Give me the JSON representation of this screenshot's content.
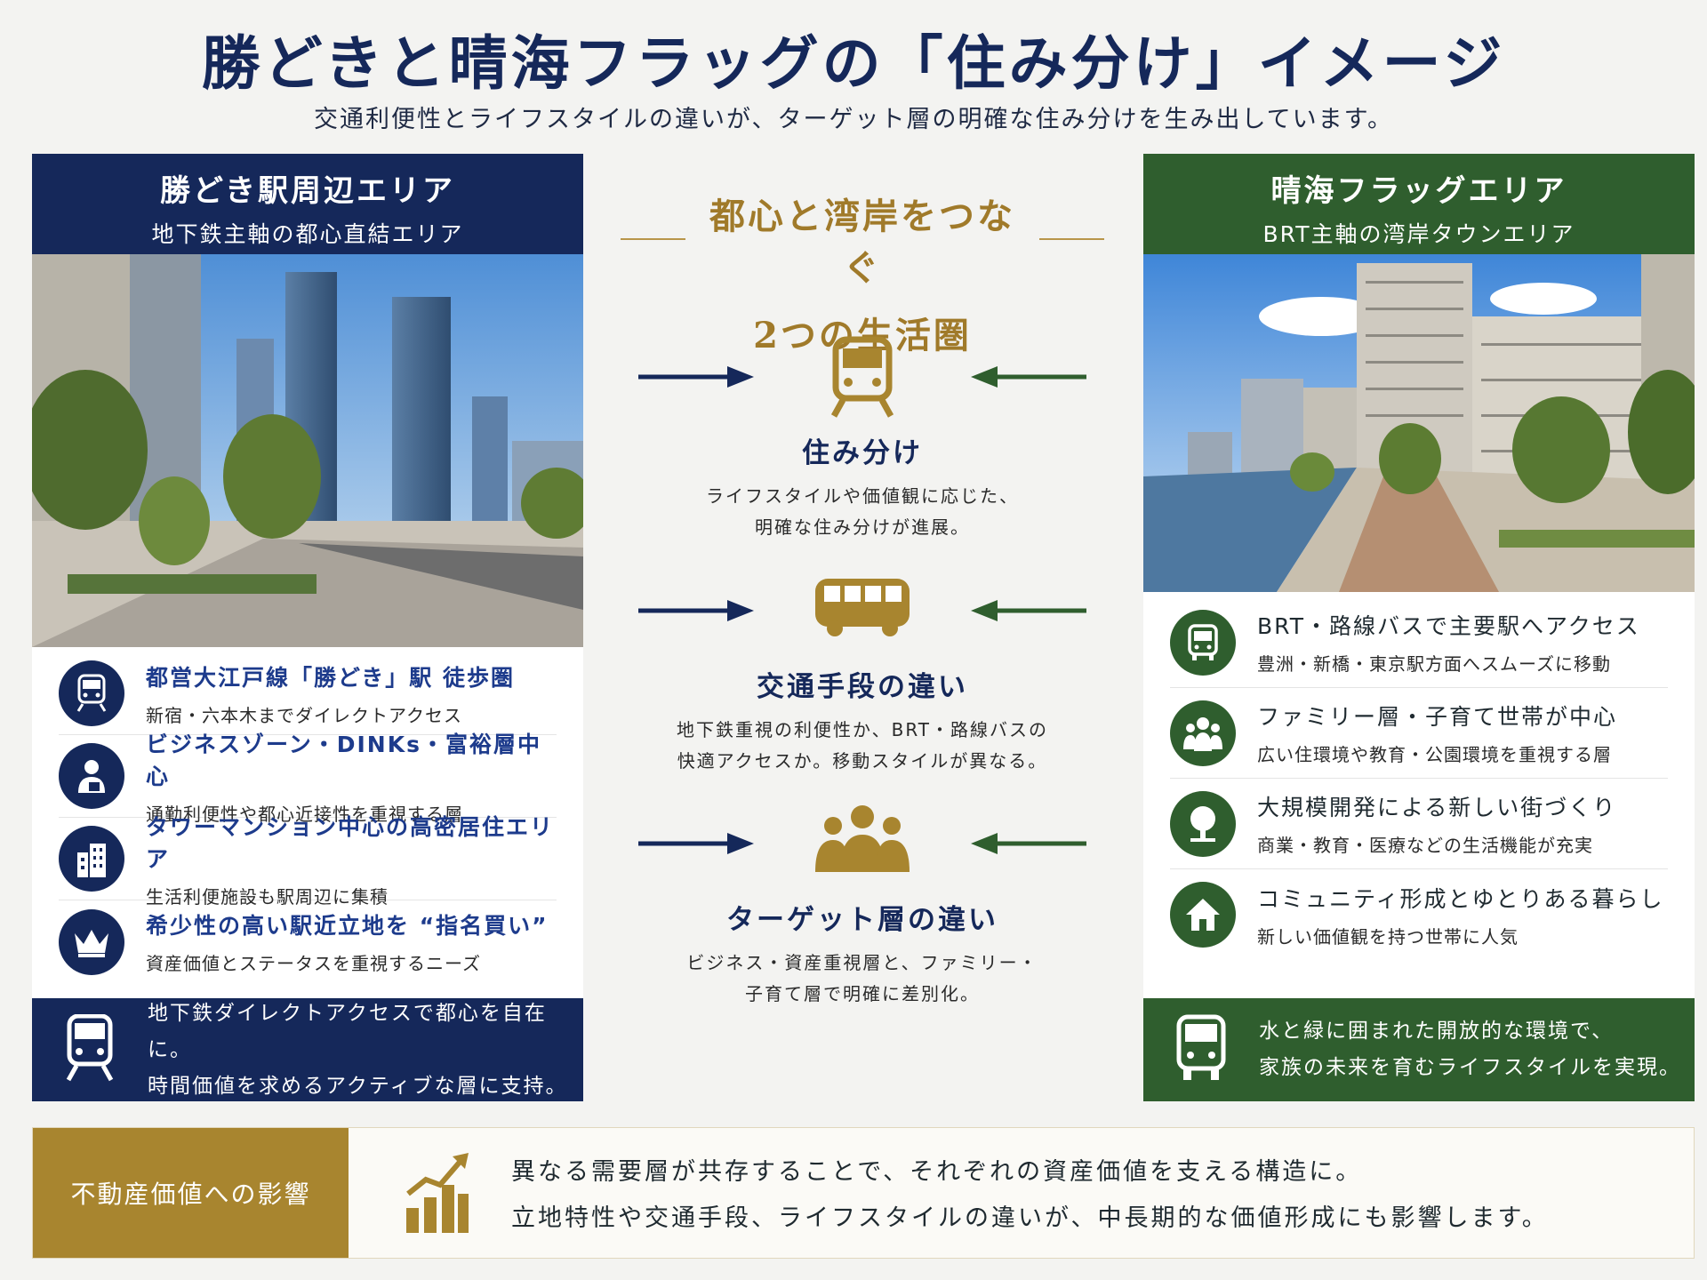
{
  "header": {
    "title": "勝どきと晴海フラッグの「住み分け」イメージ",
    "subtitle": "交通利便性とライフスタイルの違いが、ターゲット層の明確な住み分けを生み出しています。"
  },
  "left_panel": {
    "title": "勝どき駅周辺エリア",
    "subtitle": "地下鉄主軸の都心直結エリア",
    "features": [
      {
        "icon": "train-icon",
        "title": "都営大江戸線「勝どき」駅 徒歩圏",
        "desc": "新宿・六本木までダイレクトアクセス"
      },
      {
        "icon": "businessperson-icon",
        "title": "ビジネスゾーン・DINKs・富裕層中心",
        "desc": "通勤利便性や都心近接性を重視する層"
      },
      {
        "icon": "buildings-icon",
        "title": "タワーマンション中心の高密居住エリア",
        "desc": "生活利便施設も駅周辺に集積"
      },
      {
        "icon": "crown-icon",
        "title": "希少性の高い駅近立地を “指名買い”",
        "desc": "資産価値とステータスを重視するニーズ"
      }
    ],
    "footer": {
      "line1": "地下鉄ダイレクトアクセスで都心を自在に。",
      "line2": "時間価値を求めるアクティブな層に支持。"
    }
  },
  "right_panel": {
    "title": "晴海フラッグエリア",
    "subtitle": "BRT主軸の湾岸タウンエリア",
    "features": [
      {
        "icon": "bus-icon",
        "title": "BRT・路線バスで主要駅へアクセス",
        "desc": "豊洲・新橋・東京駅方面へスムーズに移動"
      },
      {
        "icon": "family-icon",
        "title": "ファミリー層・子育て世帯が中心",
        "desc": "広い住環境や教育・公園環境を重視する層"
      },
      {
        "icon": "tree-icon",
        "title": "大規模開発による新しい街づくり",
        "desc": "商業・教育・医療などの生活機能が充実"
      },
      {
        "icon": "house-icon",
        "title": "コミュニティ形成とゆとりある暮らし",
        "desc": "新しい価値観を持つ世帯に人気"
      }
    ],
    "footer": {
      "line1": "水と緑に囲まれた開放的な環境で、",
      "line2": "家族の未来を育むライフスタイルを実現。"
    }
  },
  "center": {
    "heading_line1": "都心と湾岸をつなぐ",
    "heading_line2": "2つの生活圏",
    "blocks": [
      {
        "icon": "train-icon",
        "title": "住み分け",
        "desc1": "ライフスタイルや価値観に応じた、",
        "desc2": "明確な住み分けが進展。"
      },
      {
        "icon": "bus-icon",
        "title": "交通手段の違い",
        "desc1": "地下鉄重視の利便性か、BRT・路線バスの",
        "desc2": "快適アクセスか。移動スタイルが異なる。"
      },
      {
        "icon": "people-group-icon",
        "title": "ターゲット層の違い",
        "desc1": "ビジネス・資産重視層と、ファミリー・",
        "desc2": "子育て層で明確に差別化。"
      }
    ]
  },
  "bottom": {
    "label": "不動産価値への影響",
    "line1": "異なる需要層が共存することで、それぞれの資産価値を支える構造に。",
    "line2": "立地特性や交通手段、ライフスタイルの違いが、中長期的な価値形成にも影響します。",
    "icon": "growth-chart-icon"
  },
  "colors": {
    "navy": "#15285a",
    "green": "#2f5e2e",
    "gold": "#a8852f"
  }
}
